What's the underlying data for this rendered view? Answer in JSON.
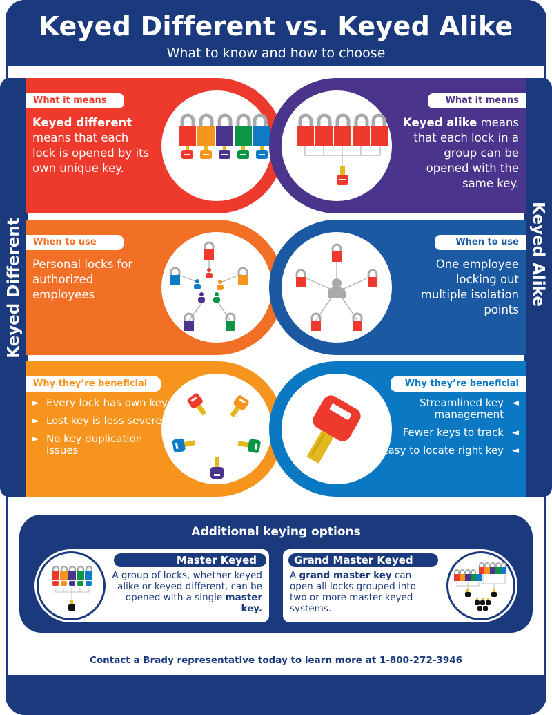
{
  "header": {
    "title": "Keyed Different vs. Keyed Alike",
    "subtitle": "What to know and how to choose"
  },
  "side_labels": {
    "left": "Keyed Different",
    "right": "Keyed Alike"
  },
  "colors": {
    "navy": "#1a3a7d",
    "red": "#ee3a2c",
    "purple": "#4b358c",
    "orange": "#f26f26",
    "amber": "#f7941d",
    "blue_mid": "#1b5aa3",
    "blue_bright": "#0a78c2",
    "green": "#0c9447",
    "lock_blue": "#0f7bc6",
    "key_gold": "#e2b91e",
    "shackle_gray": "#a8a9ad"
  },
  "keyed_different": {
    "what": {
      "tag": "What it means",
      "bold": "Keyed different",
      "text": "means that each lock is opened by its own unique key.",
      "icon": "five-colored-padlocks-with-own-keys"
    },
    "when": {
      "tag": "When to use",
      "text": "Personal locks for authorized employees",
      "icon": "five-employees-each-with-own-lock"
    },
    "why": {
      "tag": "Why they’re beneficial",
      "bullets": [
        "Every lock has own key",
        "Lost key is less severe",
        "No key duplication issues"
      ],
      "bullet_icon": "►",
      "icon": "five-colored-keys"
    }
  },
  "keyed_alike": {
    "what": {
      "tag": "What it means",
      "bold": "Keyed alike",
      "text": "means that each lock in a group can be opened with the same key.",
      "icon": "five-red-padlocks-one-key"
    },
    "when": {
      "tag": "When to use",
      "text": "One employee locking out multiple isolation points",
      "icon": "one-employee-five-locks"
    },
    "why": {
      "tag": "Why they’re beneficial",
      "bullets": [
        "Streamlined key management",
        "Fewer keys to track",
        "Easy to locate right key"
      ],
      "bullet_icon": "◄",
      "icon": "single-red-key"
    }
  },
  "additional": {
    "title": "Additional keying options",
    "master": {
      "title": "Master Keyed",
      "text_before": "A group of locks, whether keyed alike or keyed different, can be opened with a single ",
      "bold": "master key.",
      "icon": "colored-locks-master-key"
    },
    "grand_master": {
      "title": "Grand Master Keyed",
      "text_a": "A ",
      "bold": "grand master key",
      "text_b": " can open all locks grouped into two or more master-keyed systems.",
      "icon": "two-lock-groups-grand-master-key"
    }
  },
  "contact": "Contact a Brady representative today to learn more at 1-800-272-3946"
}
